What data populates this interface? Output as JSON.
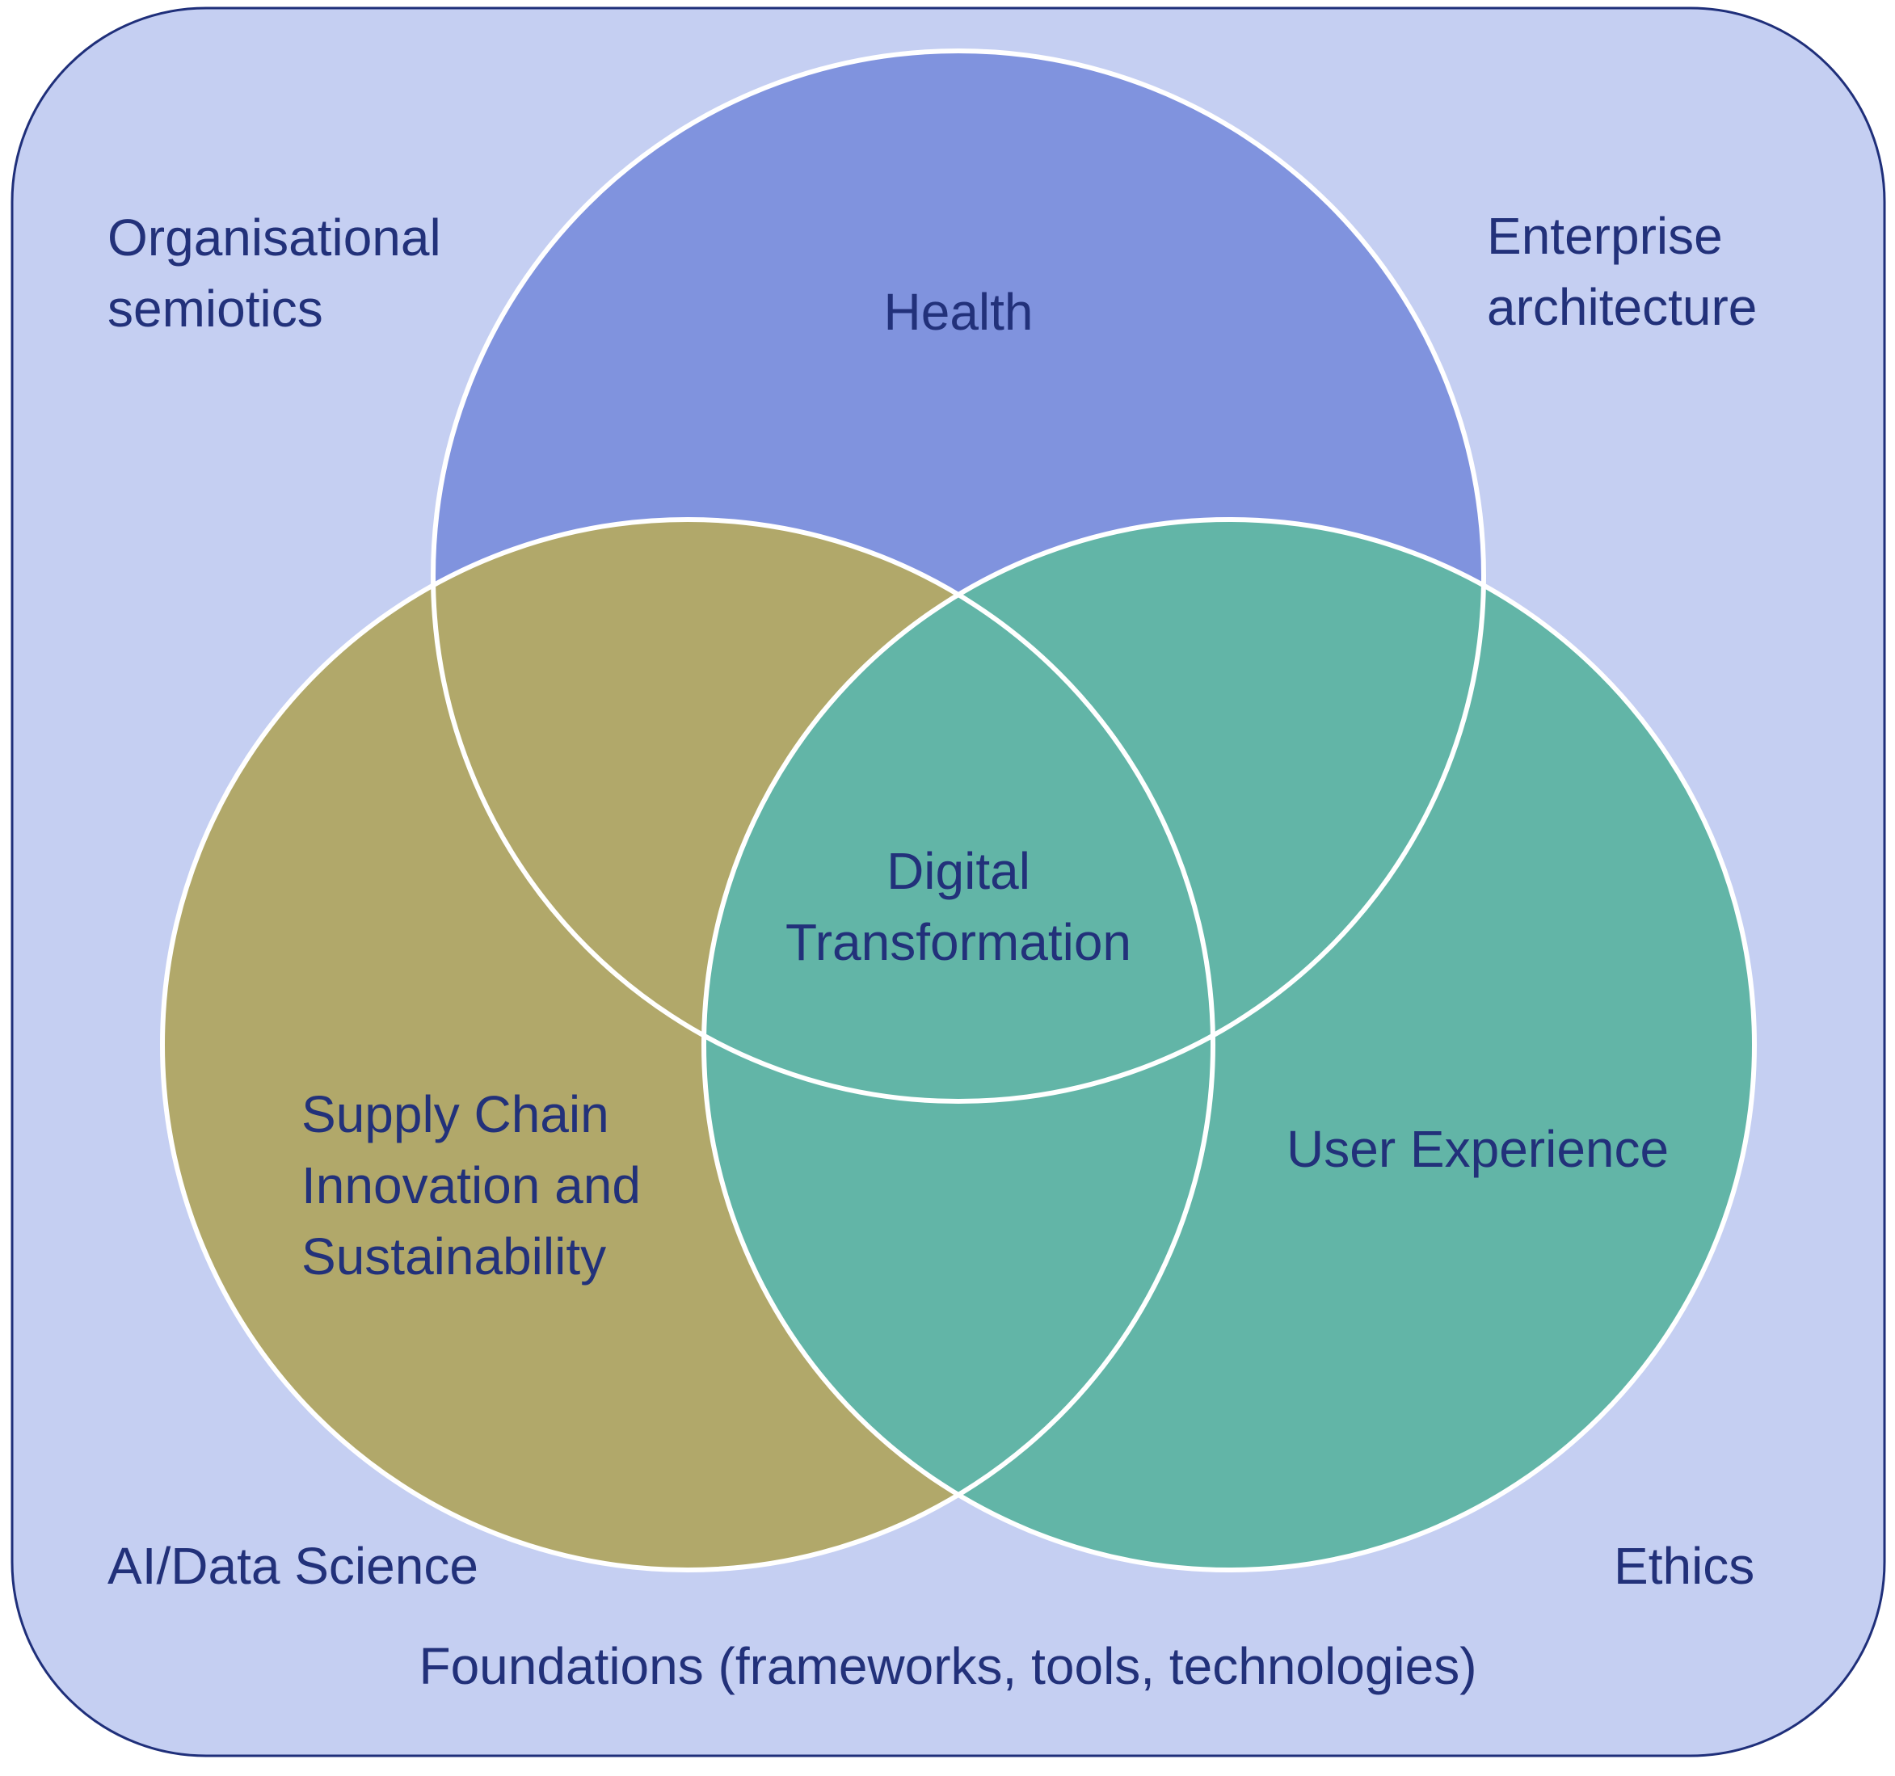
{
  "colors": {
    "background_box_fill": "#c5cff2",
    "background_box_stroke": "#1f2f7a",
    "health_fill": "#a6b5ea",
    "supply_chain_fill": "#e5cf70",
    "user_experience_fill": "#7fdfb0",
    "circle_stroke": "#ffffff",
    "text": "#22317a"
  },
  "labels": {
    "organisational_semiotics": "Organisational\nsemiotics",
    "enterprise_architecture": "Enterprise\narchitecture",
    "health": "Health",
    "digital_transformation": "Digital\nTransformation",
    "supply_chain": "Supply Chain\nInnovation and\nSustainability",
    "user_experience": "User Experience",
    "ai_data_science": "AI/Data Science",
    "ethics": "Ethics",
    "foundations": "Foundations (frameworks, tools, technologies)"
  }
}
